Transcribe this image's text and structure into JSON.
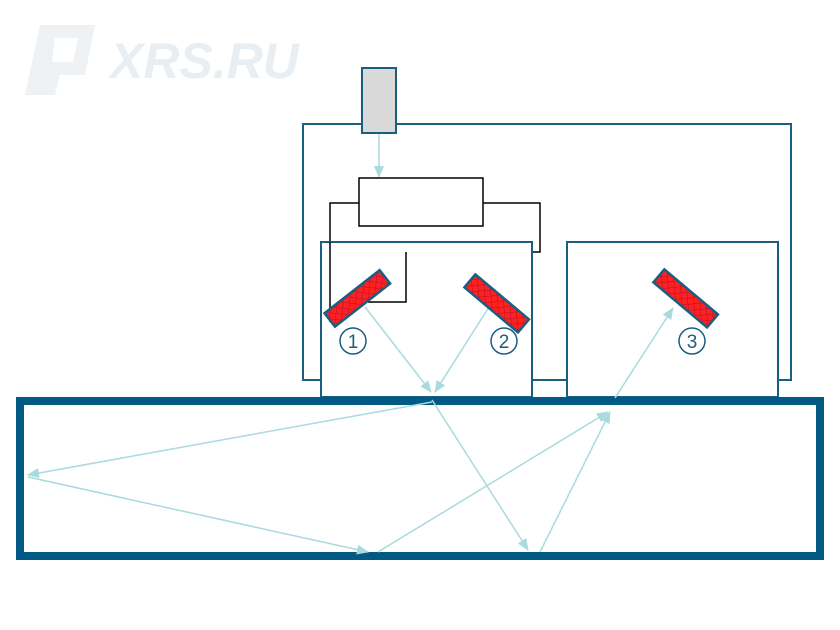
{
  "watermark": {
    "text": "XRS.RU"
  },
  "transducers": [
    {
      "label": "1"
    },
    {
      "label": "2"
    },
    {
      "label": "3"
    }
  ],
  "colors": {
    "frame": "#1a5e80",
    "block": "#005a84",
    "ray": "#a8dadf",
    "transducer": "#ff2020",
    "generator": "#d9d9d9",
    "wire": "#000000"
  }
}
